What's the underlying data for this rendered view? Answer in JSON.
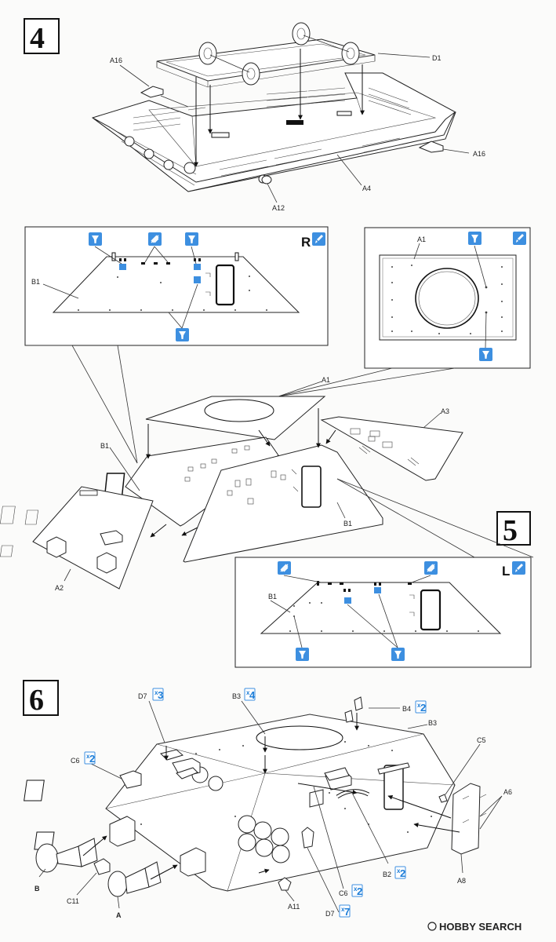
{
  "steps": {
    "step4": "4",
    "step5": "5",
    "step6": "6"
  },
  "step4_labels": {
    "a16_left": "A16",
    "d1": "D1",
    "a16_right": "A16",
    "a4": "A4",
    "a12": "A12"
  },
  "inset_right_side": {
    "side": "R",
    "b1": "B1"
  },
  "inset_top": {
    "a1": "A1"
  },
  "step5_labels": {
    "a1": "A1",
    "a3": "A3",
    "b1_left": "B1",
    "b1_right": "B1",
    "a2": "A2"
  },
  "inset_left_side": {
    "side": "L",
    "b1": "B1"
  },
  "step6_labels": {
    "d7_top": "D7",
    "d7_top_qty": "3",
    "b3_left": "B3",
    "b3_left_qty": "4",
    "b4": "B4",
    "b4_qty": "2",
    "b3_right": "B3",
    "c5": "C5",
    "c6_left": "C6",
    "c6_left_qty": "2",
    "a6": "A6",
    "b": "B",
    "c11": "C11",
    "a": "A",
    "a11": "A11",
    "b2": "B2",
    "b2_qty": "2",
    "c6_bottom": "C6",
    "c6_bottom_qty": "2",
    "d7_bottom": "D7",
    "d7_bottom_qty": "7",
    "a8": "A8",
    "qty_prefix": "x"
  },
  "watermark": {
    "brand": "HOBBY SEARCH"
  },
  "colors": {
    "accent_blue": "#3d8fe0",
    "line": "#222222"
  }
}
